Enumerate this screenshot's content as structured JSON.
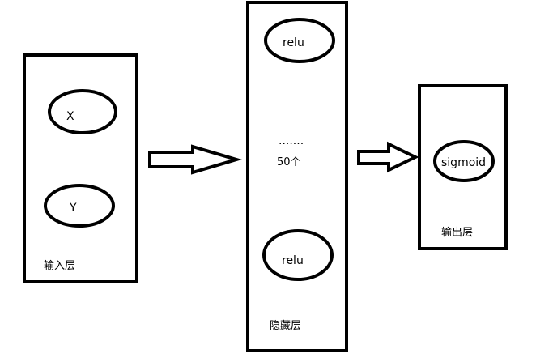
{
  "layers": {
    "input": {
      "label": "输入层",
      "nodes": [
        "X",
        "Y"
      ]
    },
    "hidden": {
      "label": "隐藏层",
      "top_node": "relu",
      "ellipsis": ".......",
      "count": "50个",
      "bottom_node": "relu"
    },
    "output": {
      "label": "输出层",
      "node": "sigmoid"
    }
  },
  "colors": {
    "stroke": "#000000",
    "background": "#ffffff"
  },
  "icons": {
    "connector": "right-arrow-icon"
  }
}
